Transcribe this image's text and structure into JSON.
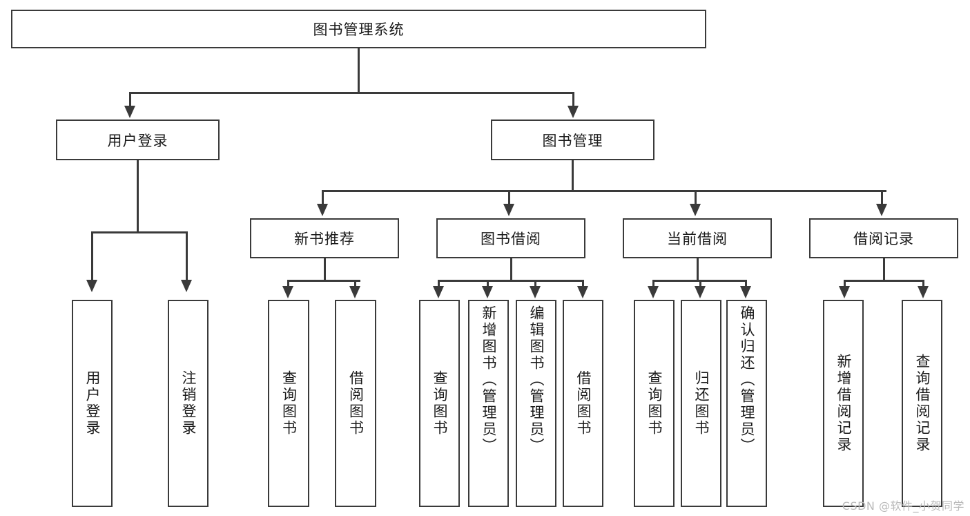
{
  "diagram": {
    "title_node": {
      "label": "图书管理系统"
    },
    "level2": [
      {
        "id": "user-login",
        "label": "用户登录"
      },
      {
        "id": "book-management",
        "label": "图书管理"
      }
    ],
    "level3": [
      {
        "id": "new-book-recommend",
        "label": "新书推荐"
      },
      {
        "id": "book-borrow",
        "label": "图书借阅"
      },
      {
        "id": "current-borrow",
        "label": "当前借阅"
      },
      {
        "id": "borrow-record",
        "label": "借阅记录"
      }
    ],
    "leaves": [
      {
        "id": "leaf-user-login",
        "label": "用户登录"
      },
      {
        "id": "leaf-logout-login",
        "label": "注销登录"
      },
      {
        "id": "leaf-query-book-1",
        "label": "查询图书"
      },
      {
        "id": "leaf-borrow-book-1",
        "label": "借阅图书"
      },
      {
        "id": "leaf-query-book-2",
        "label": "查询图书"
      },
      {
        "id": "leaf-add-book",
        "label": "新增图书（管理员）"
      },
      {
        "id": "leaf-edit-book",
        "label": "编辑图书（管理员）"
      },
      {
        "id": "leaf-borrow-book-2",
        "label": "借阅图书"
      },
      {
        "id": "leaf-query-book-3",
        "label": "查询图书"
      },
      {
        "id": "leaf-return-book",
        "label": "归还图书"
      },
      {
        "id": "leaf-confirm-return",
        "label": "确认归还（管理员）"
      },
      {
        "id": "leaf-add-borrow-record",
        "label": "新增借阅记录"
      },
      {
        "id": "leaf-query-borrow-record",
        "label": "查询借阅记录"
      }
    ]
  },
  "watermark": {
    "text": "CSDN @软件_小贺同学"
  },
  "colors": {
    "stroke": "#3a3a3a",
    "background": "#ffffff",
    "text": "#1a1a1a",
    "watermark": "#b9b9b9"
  }
}
